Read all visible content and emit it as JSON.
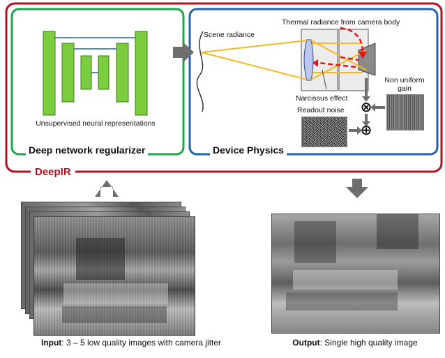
{
  "colors": {
    "outer_frame": "#b0121d",
    "regularizer_frame": "#1aa64a",
    "physics_frame": "#1f63b0",
    "network_block": "#7ccd3e",
    "ray": "#f5b820",
    "reflection": "#e0161c",
    "arrow": "#6e6e6e"
  },
  "regularizer": {
    "label": "Deep network regularizer",
    "sublabel": "Unsupervised neural representations"
  },
  "physics": {
    "label": "Device Physics",
    "scene_radiance": "Scene radiance",
    "thermal_radiance": "Thermal radiance from camera body",
    "narcissus": "Narcissus effect",
    "nonuniform_gain": "Non uniform\ngain",
    "readout_noise": "Readout noise",
    "multiply_symbol": "⊗",
    "add_symbol": "⊕"
  },
  "framework": {
    "title": "DeepIR"
  },
  "input": {
    "caption_bold": "Input",
    "caption_rest": ": 3 – 5 low quality images with camera jitter"
  },
  "output": {
    "caption_bold": "Output",
    "caption_rest": ": Single high quality image"
  }
}
